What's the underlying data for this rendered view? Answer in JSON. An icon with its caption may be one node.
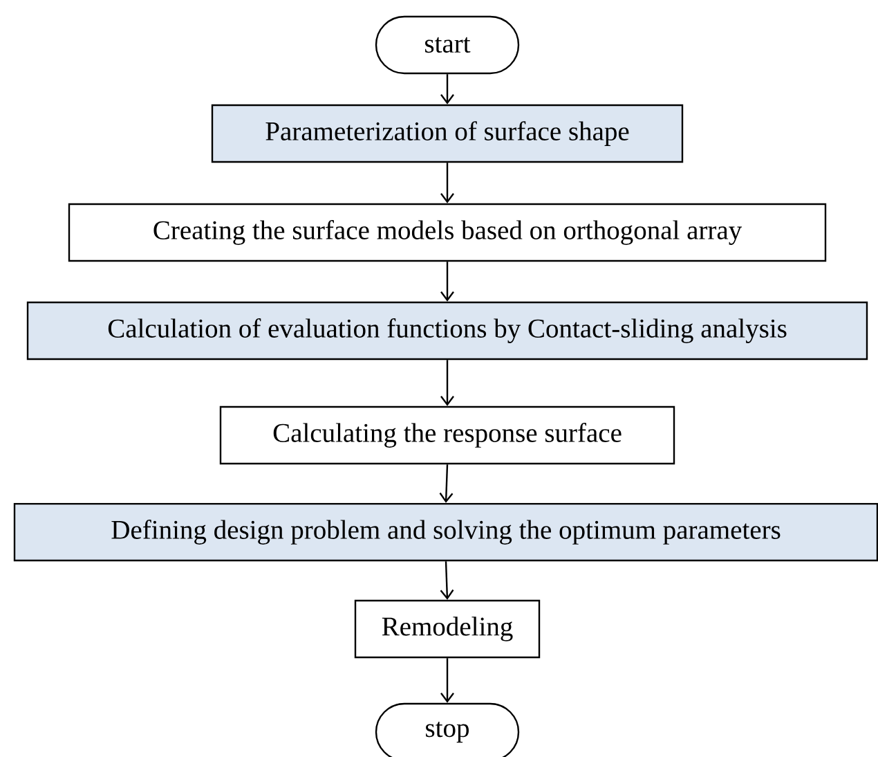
{
  "diagram": {
    "nodes": [
      {
        "text": [
          "start"
        ]
      },
      {
        "text": [
          "Parameterization of surface shape"
        ]
      },
      {
        "text": [
          "Creating the surface models based on orthogonal array"
        ]
      },
      {
        "text": [
          "Calculation of evaluation functions by Contact-sliding analysis"
        ]
      },
      {
        "text": [
          "Calculating the response surface"
        ]
      },
      {
        "text": [
          "Defining design problem and solving the optimum parameters"
        ]
      },
      {
        "text": [
          "Remodeling"
        ]
      },
      {
        "text": [
          "stop"
        ]
      }
    ],
    "edges": [
      {
        "from": 0,
        "to": 1,
        "arrow": "to"
      },
      {
        "from": 1,
        "to": 2,
        "arrow": "to"
      },
      {
        "from": 2,
        "to": 3,
        "arrow": "to"
      },
      {
        "from": 3,
        "to": 4,
        "arrow": "to"
      },
      {
        "from": 4,
        "to": 5,
        "arrow": "to"
      },
      {
        "from": 5,
        "to": 6,
        "arrow": "to"
      },
      {
        "from": 6,
        "to": 7,
        "arrow": "to"
      }
    ]
  }
}
